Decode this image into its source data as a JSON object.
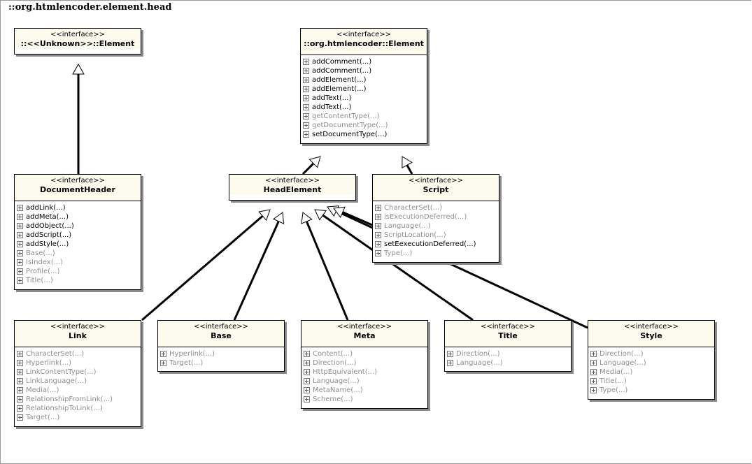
{
  "package_title": "::org.htmlencoder.element.head",
  "stereotype": "<<interface>>",
  "classes": {
    "unknown_element": {
      "name": "::<<Unknown>>::Element",
      "ops": []
    },
    "element": {
      "name": "::org.htmlencoder::Element",
      "ops": [
        {
          "label": "addComment(...)",
          "dim": false
        },
        {
          "label": "addComment(...)",
          "dim": false
        },
        {
          "label": "addElement(...)",
          "dim": false
        },
        {
          "label": "addElement(...)",
          "dim": false
        },
        {
          "label": "addText(...)",
          "dim": false
        },
        {
          "label": "addText(...)",
          "dim": false
        },
        {
          "label": "getContentType(...)",
          "dim": true
        },
        {
          "label": "getDocumentType(...)",
          "dim": true
        },
        {
          "label": "setDocumentType(...)",
          "dim": false
        }
      ]
    },
    "document_header": {
      "name": "DocumentHeader",
      "ops": [
        {
          "label": "addLink(...)",
          "dim": false
        },
        {
          "label": "addMeta(...)",
          "dim": false
        },
        {
          "label": "addObject(...)",
          "dim": false
        },
        {
          "label": "addScript(...)",
          "dim": false
        },
        {
          "label": "addStyle(...)",
          "dim": false
        },
        {
          "label": "Base(...)",
          "dim": true
        },
        {
          "label": "IsIndex(...)",
          "dim": true
        },
        {
          "label": "Profile(...)",
          "dim": true
        },
        {
          "label": "Title(...)",
          "dim": true
        }
      ]
    },
    "head_element": {
      "name": "HeadElement",
      "ops": []
    },
    "script": {
      "name": "Script",
      "ops": [
        {
          "label": "CharacterSet(...)",
          "dim": true
        },
        {
          "label": "isExecutionDeferred(...)",
          "dim": true
        },
        {
          "label": "Language(...)",
          "dim": true
        },
        {
          "label": "ScriptLocation(...)",
          "dim": true
        },
        {
          "label": "setEexecutionDeferred(...)",
          "dim": false
        },
        {
          "label": "Type(...)",
          "dim": true
        }
      ]
    },
    "link": {
      "name": "Link",
      "ops": [
        {
          "label": "CharacterSet(...)",
          "dim": true
        },
        {
          "label": "Hyperlink(...)",
          "dim": true
        },
        {
          "label": "LinkContentType(...)",
          "dim": true
        },
        {
          "label": "LinkLanguage(...)",
          "dim": true
        },
        {
          "label": "Media(...)",
          "dim": true
        },
        {
          "label": "RelationshipFromLink(...)",
          "dim": true
        },
        {
          "label": "RelationshipToLink(...)",
          "dim": true
        },
        {
          "label": "Target(...)",
          "dim": true
        }
      ]
    },
    "base": {
      "name": "Base",
      "ops": [
        {
          "label": "Hyperlink(...)",
          "dim": true
        },
        {
          "label": "Target(...)",
          "dim": true
        }
      ]
    },
    "meta": {
      "name": "Meta",
      "ops": [
        {
          "label": "Content(...)",
          "dim": true
        },
        {
          "label": "Direction(...)",
          "dim": true
        },
        {
          "label": "HttpEquivalent(...)",
          "dim": true
        },
        {
          "label": "Language(...)",
          "dim": true
        },
        {
          "label": "MetaName(...)",
          "dim": true
        },
        {
          "label": "Scheme(...)",
          "dim": true
        }
      ]
    },
    "title": {
      "name": "Title",
      "ops": [
        {
          "label": "Direction(...)",
          "dim": true
        },
        {
          "label": "Language(...)",
          "dim": true
        }
      ]
    },
    "style": {
      "name": "Style",
      "ops": [
        {
          "label": "Direction(...)",
          "dim": true
        },
        {
          "label": "Language(...)",
          "dim": true
        },
        {
          "label": "Media(...)",
          "dim": true
        },
        {
          "label": "Title(...)",
          "dim": true
        },
        {
          "label": "Type(...)",
          "dim": true
        }
      ]
    }
  },
  "generalizations": [
    {
      "from": "document_header",
      "to": "unknown_element"
    },
    {
      "from": "head_element",
      "to": "element"
    },
    {
      "from": "script",
      "to": "element"
    },
    {
      "from": "link",
      "to": "head_element"
    },
    {
      "from": "base",
      "to": "head_element"
    },
    {
      "from": "meta",
      "to": "head_element"
    },
    {
      "from": "title",
      "to": "head_element"
    },
    {
      "from": "style",
      "to": "head_element"
    },
    {
      "from": "script",
      "to": "head_element"
    }
  ]
}
